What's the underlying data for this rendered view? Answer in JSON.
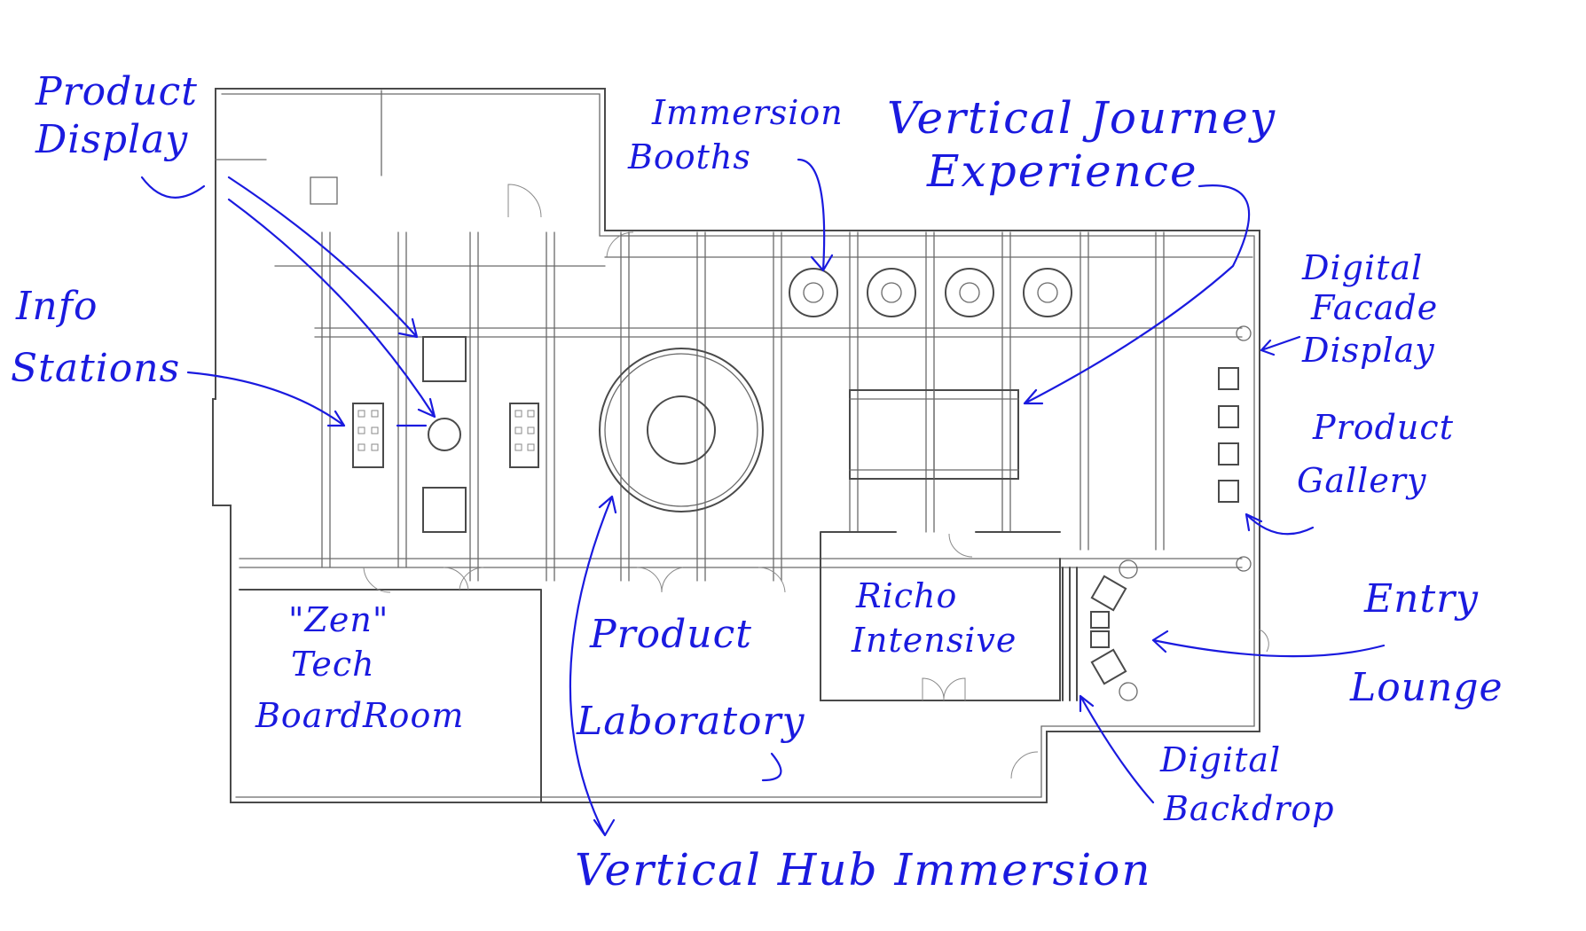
{
  "colors": {
    "ink": "#1a1adf",
    "wall": "#4a4a4a"
  },
  "labels": {
    "product_display": [
      "Product",
      "Display"
    ],
    "info_stations": [
      "Info",
      "Stations"
    ],
    "immersion_booths": [
      "Immersion",
      "Booths"
    ],
    "vertical_journey": [
      "Vertical Journey",
      "Experience"
    ],
    "digital_facade": [
      "Digital",
      "Facade",
      "Display"
    ],
    "product_gallery": [
      "Product",
      "Gallery"
    ],
    "entry_lounge": [
      "Entry",
      "Lounge"
    ],
    "zen_boardroom": [
      "\"Zen\"",
      "Tech",
      "BoardRoom"
    ],
    "product_laboratory": [
      "Product",
      "Laboratory"
    ],
    "richo_intensive": [
      "Richo",
      "Intensive"
    ],
    "digital_backdrop": [
      "Digital",
      "Backdrop"
    ],
    "vertical_hub": "Vertical Hub Immersion"
  }
}
